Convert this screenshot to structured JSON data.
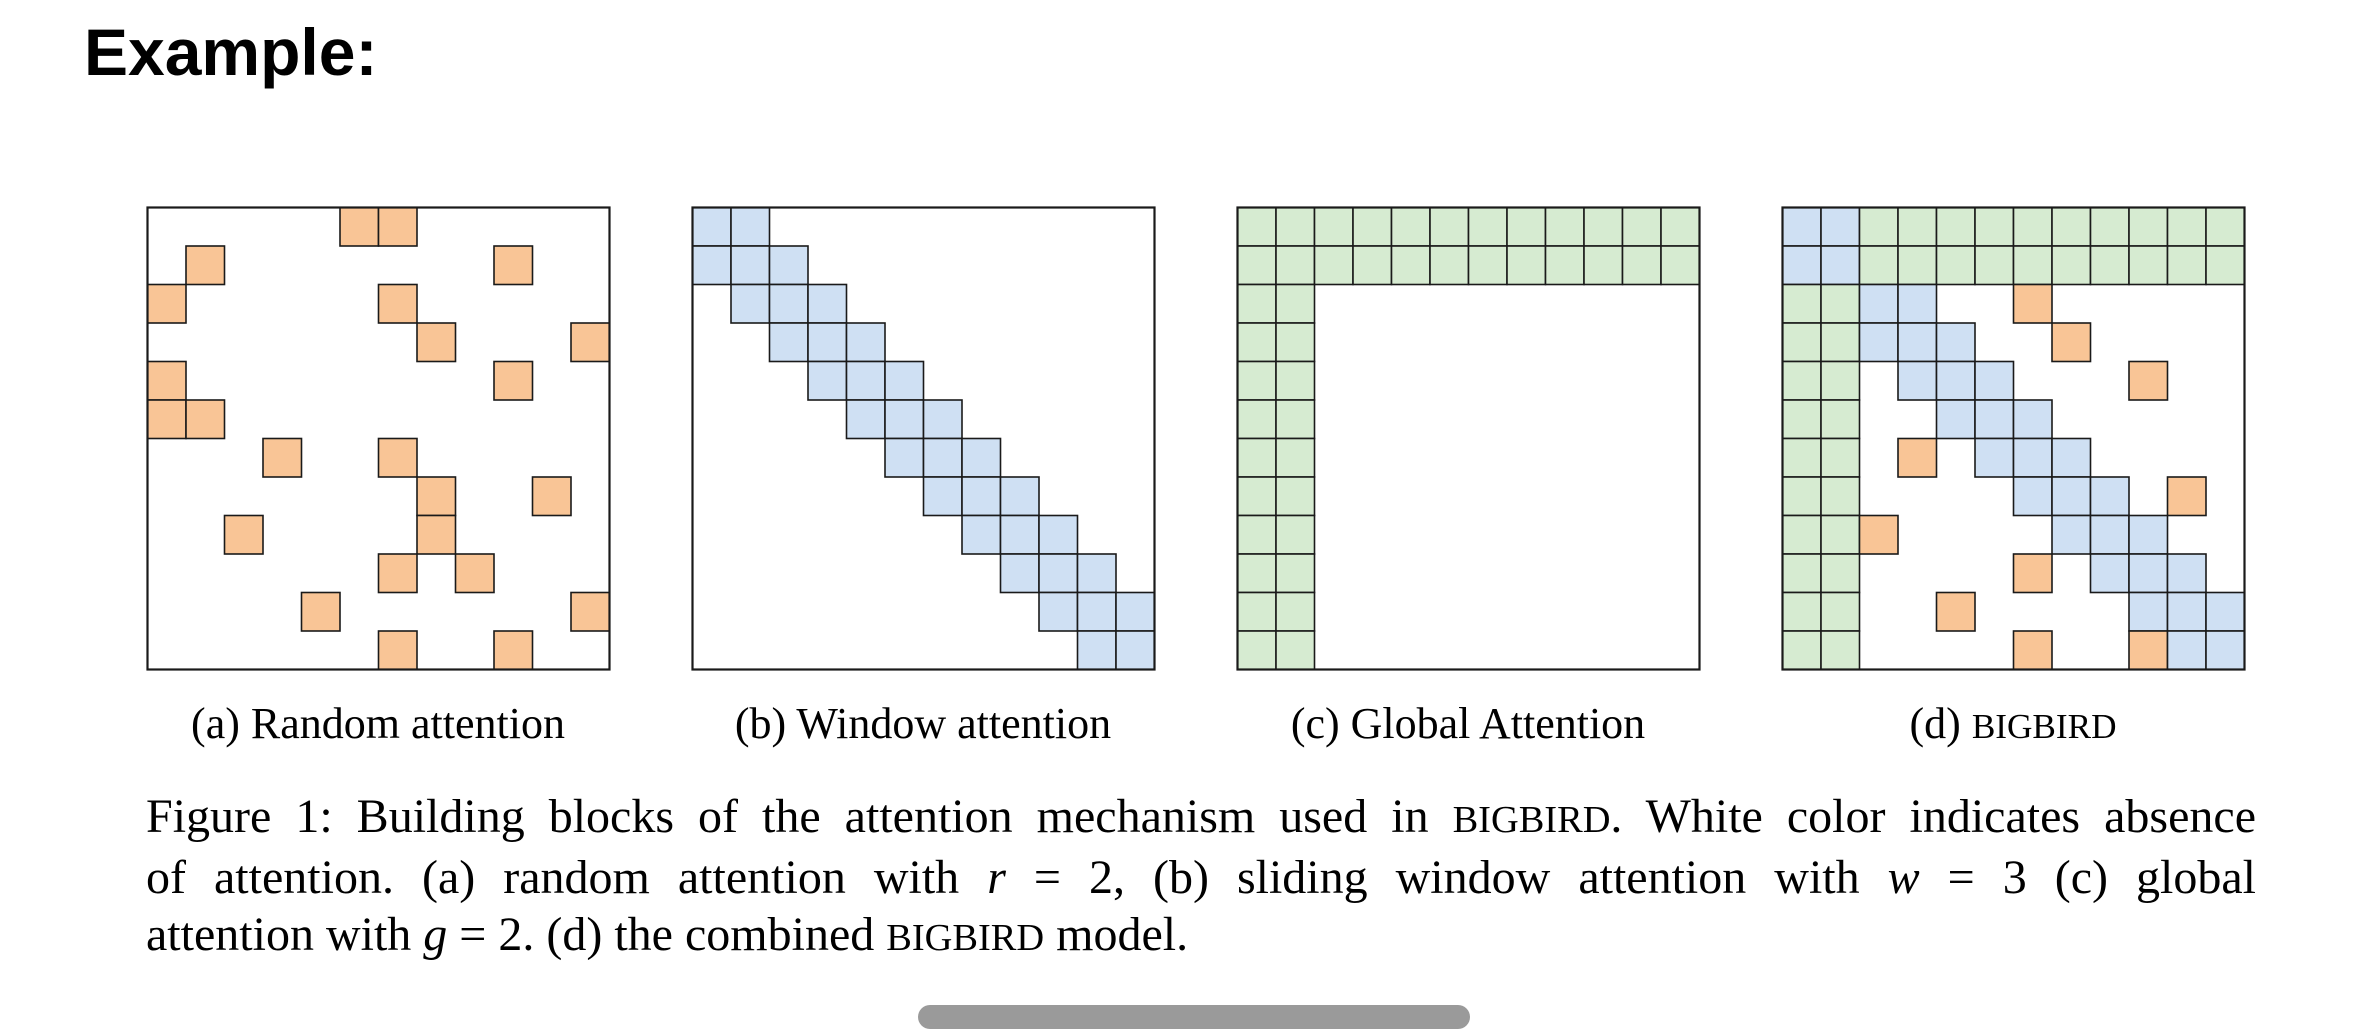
{
  "heading": "Example:",
  "figure": {
    "grid_size": 12,
    "colors": {
      "random": "#f9c596",
      "window": "#cfe0f3",
      "global": "#d6ebd1"
    },
    "panels": [
      {
        "id": "a",
        "label_prefix": "(a) Random attention",
        "label_sc": "",
        "random_cells": [
          [
            0,
            5
          ],
          [
            0,
            6
          ],
          [
            1,
            1
          ],
          [
            1,
            9
          ],
          [
            2,
            0
          ],
          [
            2,
            6
          ],
          [
            3,
            7
          ],
          [
            3,
            11
          ],
          [
            4,
            0
          ],
          [
            4,
            9
          ],
          [
            5,
            0
          ],
          [
            5,
            1
          ],
          [
            6,
            3
          ],
          [
            6,
            6
          ],
          [
            7,
            7
          ],
          [
            7,
            10
          ],
          [
            8,
            2
          ],
          [
            8,
            7
          ],
          [
            9,
            6
          ],
          [
            9,
            8
          ],
          [
            10,
            4
          ],
          [
            10,
            11
          ],
          [
            11,
            6
          ],
          [
            11,
            9
          ]
        ],
        "window": 0,
        "global": 0
      },
      {
        "id": "b",
        "label_prefix": "(b) Window attention",
        "label_sc": "",
        "random_cells": [],
        "window": 3,
        "global": 0
      },
      {
        "id": "c",
        "label_prefix": "(c) Global Attention",
        "label_sc": "",
        "random_cells": [],
        "window": 0,
        "global": 2
      },
      {
        "id": "d",
        "label_prefix": "(d) ",
        "label_sc": "BIGBIRD",
        "random_cells": [
          [
            2,
            6
          ],
          [
            3,
            7
          ],
          [
            4,
            9
          ],
          [
            6,
            3
          ],
          [
            7,
            10
          ],
          [
            8,
            2
          ],
          [
            9,
            6
          ],
          [
            10,
            4
          ],
          [
            11,
            6
          ],
          [
            11,
            9
          ]
        ],
        "window": 3,
        "global": 2
      }
    ]
  },
  "caption": {
    "l1_pre": "Figure 1: Building blocks of the attention mechanism used in ",
    "l1_sc": "BIGBIRD",
    "l1_post": ". White color indicates absence",
    "l2_pre": "of attention. (a) random attention with ",
    "l2_var1": "r",
    "l2_mid1": " = 2, (b) sliding window attention with ",
    "l2_var2": "w",
    "l2_post": " = 3 (c) global",
    "l3_pre": "attention with ",
    "l3_var": "g",
    "l3_mid": " = 2. (d) the combined ",
    "l3_sc": "BIGBIRD",
    "l3_post": " model."
  }
}
